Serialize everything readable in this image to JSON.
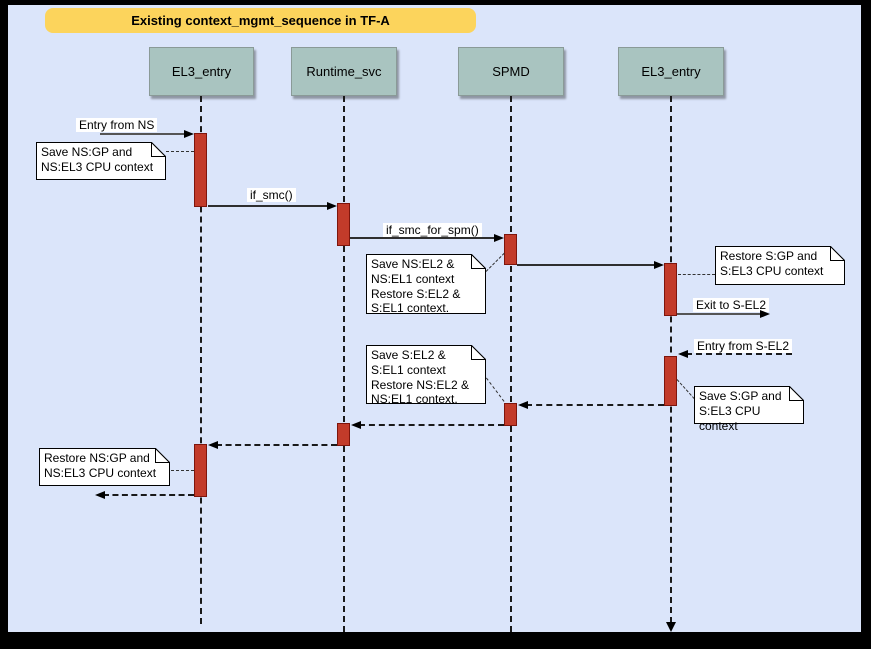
{
  "title": "Existing context_mgmt_sequence in TF-A",
  "lifelines": [
    {
      "label": "EL3_entry"
    },
    {
      "label": "Runtime_svc"
    },
    {
      "label": "SPMD"
    },
    {
      "label": "EL3_entry"
    }
  ],
  "messages": [
    {
      "label": "Entry from NS"
    },
    {
      "label": "if_smc()"
    },
    {
      "label": "if_smc_for_spm()"
    },
    {
      "label": "Exit to S-EL2"
    },
    {
      "label": "Entry from S-EL2"
    }
  ],
  "notes": [
    {
      "text": "Save NS:GP and\nNS:EL3 CPU context"
    },
    {
      "text": "Save NS:EL2 &\nNS:EL1 context\nRestore S:EL2 &\nS:EL1 context."
    },
    {
      "text": "Restore S:GP and\nS:EL3 CPU context"
    },
    {
      "text": "Save S:EL2 &\nS:EL1 context\nRestore NS:EL2 &\nNS:EL1 context."
    },
    {
      "text": "Save S:GP and\nS:EL3 CPU context"
    },
    {
      "text": "Restore NS:GP and\nNS:EL3 CPU context"
    }
  ],
  "colors": {
    "background": "#dbe5fa",
    "banner": "#fcd45c",
    "lifeline_header": "#a9c4c0",
    "activation_fill": "#c23b2a",
    "activation_border": "#7e150c",
    "note_fill": "#ffffff"
  }
}
